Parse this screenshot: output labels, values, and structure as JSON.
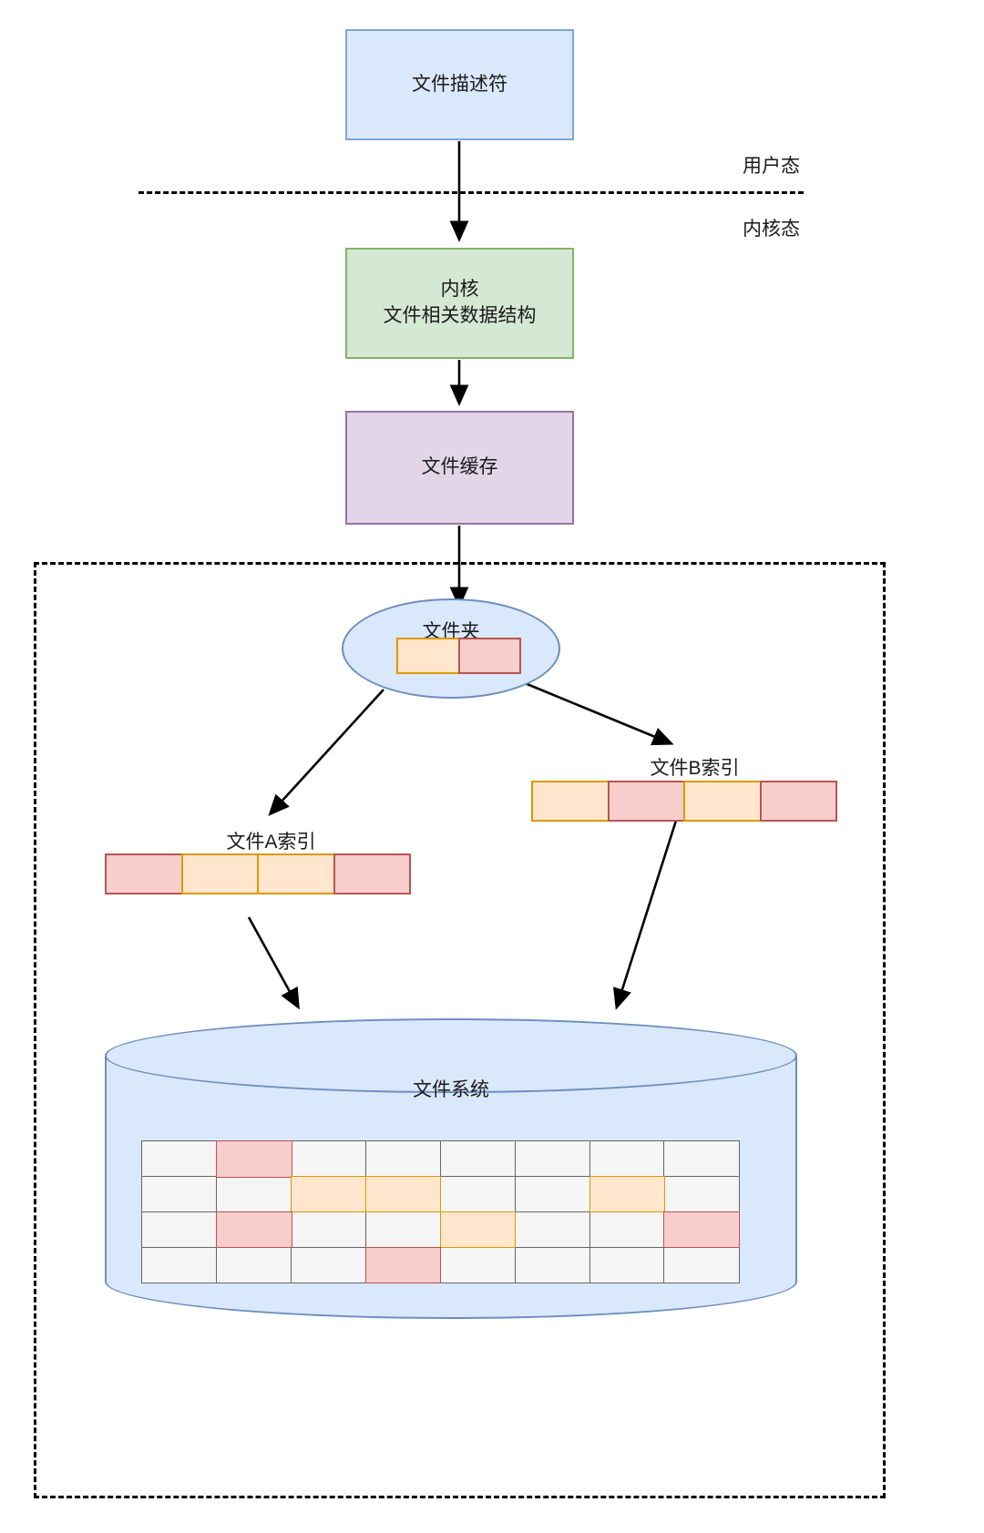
{
  "diagram": {
    "title_nodes": {
      "file_descriptor": "文件描述符",
      "kernel_struct": "内核\n文件相关数据结构",
      "file_cache": "文件缓存",
      "folder": "文件夹",
      "file_system": "文件系统"
    },
    "mode_labels": {
      "user_mode": "用户态",
      "kernel_mode": "内核态"
    },
    "index_labels": {
      "file_a": "文件A索引",
      "file_b": "文件B索引"
    },
    "colors": {
      "blue_fill": "#dae8fc",
      "blue_stroke": "#6c8ebf",
      "green_fill": "#d5e8d4",
      "green_stroke": "#82b366",
      "purple_fill": "#e1d5e7",
      "purple_stroke": "#9673a6",
      "orange_fill": "#ffe6cc",
      "orange_stroke": "#d79b00",
      "red_fill": "#f8cecc",
      "red_stroke": "#b85450",
      "grid_fill": "#f5f5f5",
      "grid_stroke": "#666666",
      "edge_stroke": "#000000"
    },
    "folder_cells": [
      "orange",
      "red"
    ],
    "file_a_cells": [
      "red",
      "orange",
      "orange",
      "red"
    ],
    "file_b_cells": [
      "orange",
      "red",
      "orange",
      "red"
    ],
    "disk_grid": {
      "rows": 4,
      "cols": 8,
      "cells": [
        [
          "plain",
          "red",
          "plain",
          "plain",
          "plain",
          "plain",
          "plain",
          "plain"
        ],
        [
          "plain",
          "plain",
          "orange",
          "orange",
          "plain",
          "plain",
          "orange",
          "plain"
        ],
        [
          "plain",
          "red",
          "plain",
          "plain",
          "orange",
          "plain",
          "plain",
          "red"
        ],
        [
          "plain",
          "plain",
          "plain",
          "red",
          "plain",
          "plain",
          "plain",
          "plain"
        ]
      ]
    }
  }
}
